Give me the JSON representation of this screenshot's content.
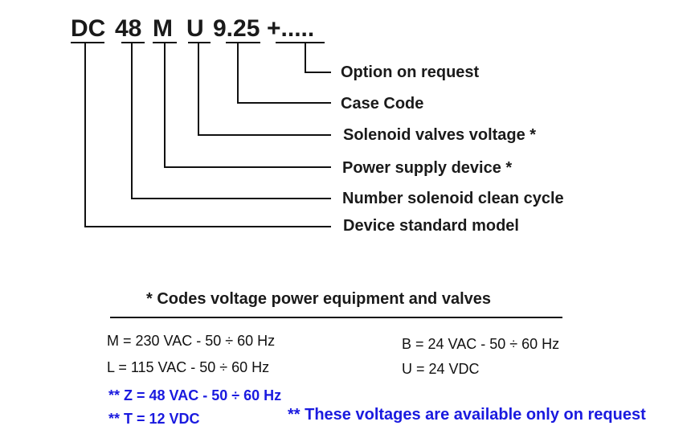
{
  "code_parts": [
    "DC",
    "48",
    "M",
    "U",
    "9.25",
    "+....."
  ],
  "labels": {
    "option": "Option on request",
    "case_code": "Case Code",
    "solenoid_voltage": "Solenoid valves voltage *",
    "power_supply": "Power supply device *",
    "clean_cycle": "Number solenoid clean cycle",
    "standard_model": "Device standard model"
  },
  "voltage_section": {
    "title": "* Codes voltage power equipment and valves",
    "codes": {
      "m": "M = 230 VAC - 50 ÷ 60 Hz",
      "l": "L = 115 VAC - 50 ÷ 60 Hz",
      "b": "B = 24 VAC - 50 ÷ 60 Hz",
      "u": "U = 24 VDC",
      "z": "** Z = 48 VAC - 50 ÷ 60 Hz",
      "t": "** T = 12 VDC"
    },
    "note": "** These voltages are available only on request"
  },
  "colors": {
    "text": "#1a1a1a",
    "blue": "#1a1adf",
    "line": "#111111"
  }
}
